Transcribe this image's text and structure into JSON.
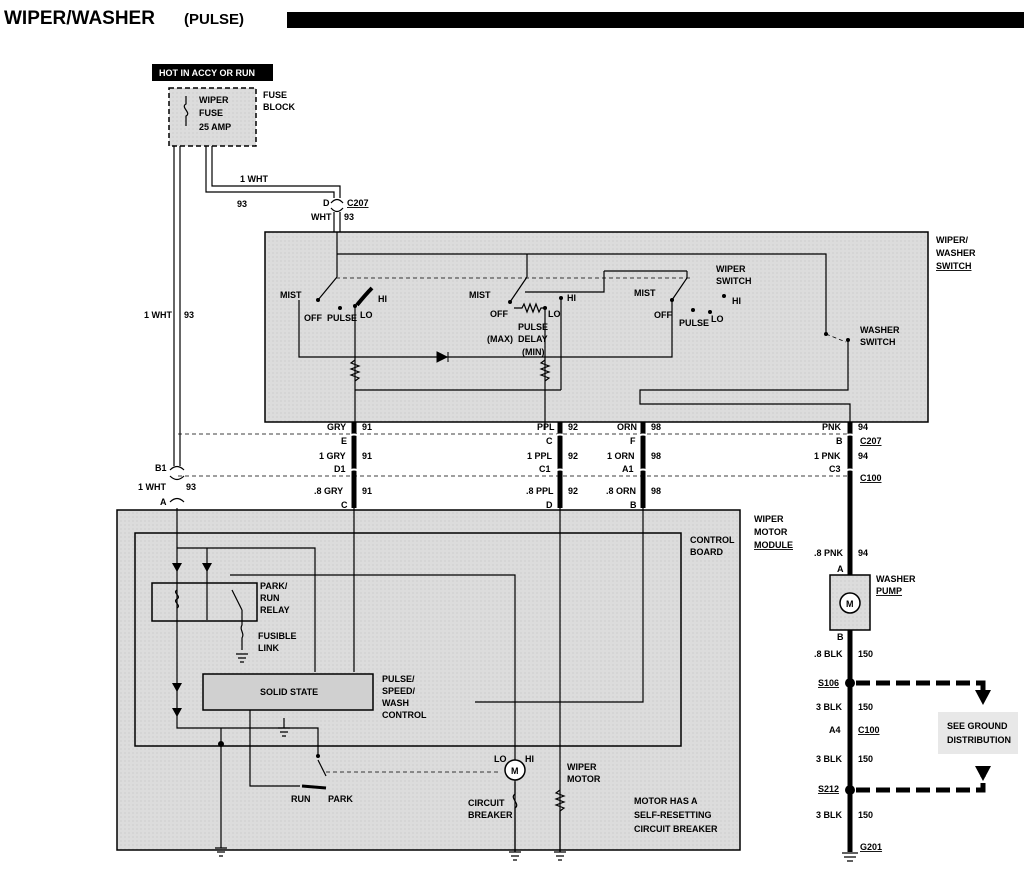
{
  "title": "WIPER/WASHER",
  "subtitle": "(PULSE)",
  "hot_label": "HOT IN ACCY OR RUN",
  "fuse": {
    "name1": "WIPER",
    "name2": "FUSE",
    "rating": "25 AMP",
    "block1": "FUSE",
    "block2": "BLOCK"
  },
  "wires": {
    "w1wht": "1 WHT",
    "w93": "93",
    "wht": "WHT",
    "d": "D",
    "c207": "C207",
    "b1": "B1",
    "a": "A",
    "gry": "GRY",
    "n91": "91",
    "e": "E",
    "gry1": "1 GRY",
    "d1": "D1",
    "gry8": ".8 GRY",
    "c": "C",
    "ppl": "PPL",
    "n92": "92",
    "cc": "C",
    "ppl1": "1 PPL",
    "c1": "C1",
    "ppl8": ".8 PPL",
    "dd": "D",
    "orn": "ORN",
    "n98": "98",
    "f": "F",
    "orn1": "1 ORN",
    "a1": "A1",
    "orn8": ".8 ORN",
    "b": "B",
    "pnk": "PNK",
    "n94": "94",
    "bb": "B",
    "pnk1": "1 PNK",
    "c3": "C3",
    "c100": "C100",
    "pnk8": ".8 PNK",
    "aa": "A",
    "bbb": "B",
    "blk8": ".8 BLK",
    "n150": "150",
    "s106": "S106",
    "blk3": "3 BLK",
    "a4": "A4",
    "c100b": "C100",
    "s212": "S212",
    "g201": "G201"
  },
  "switch": {
    "title1": "WIPER/",
    "title2": "WASHER",
    "title3": "SWITCH",
    "mist": "MIST",
    "off": "OFF",
    "pulse": "PULSE",
    "lo": "LO",
    "hi": "HI",
    "pd1": "PULSE",
    "pd2": "DELAY",
    "max": "(MAX)",
    "min": "(MIN)",
    "wiper1": "WIPER",
    "wiper2": "SWITCH",
    "washer1": "WASHER",
    "washer2": "SWITCH"
  },
  "module": {
    "title1": "WIPER",
    "title2": "MOTOR",
    "title3": "MODULE",
    "board1": "CONTROL",
    "board2": "BOARD",
    "relay1": "PARK/",
    "relay2": "RUN",
    "relay3": "RELAY",
    "fusible1": "FUSIBLE",
    "fusible2": "LINK",
    "solid": "SOLID STATE",
    "psw1": "PULSE/",
    "psw2": "SPEED/",
    "psw3": "WASH",
    "psw4": "CONTROL",
    "run": "RUN",
    "park": "PARK",
    "lo": "LO",
    "hi": "HI",
    "wm1": "WIPER",
    "wm2": "MOTOR",
    "cb1": "CIRCUIT",
    "cb2": "BREAKER",
    "note1": "MOTOR HAS A",
    "note2": "SELF-RESETTING",
    "note3": "CIRCUIT BREAKER"
  },
  "pump": {
    "name1": "WASHER",
    "name2": "PUMP",
    "m": "M"
  },
  "ground_ref": {
    "line1": "SEE GROUND",
    "line2": "DISTRIBUTION"
  }
}
